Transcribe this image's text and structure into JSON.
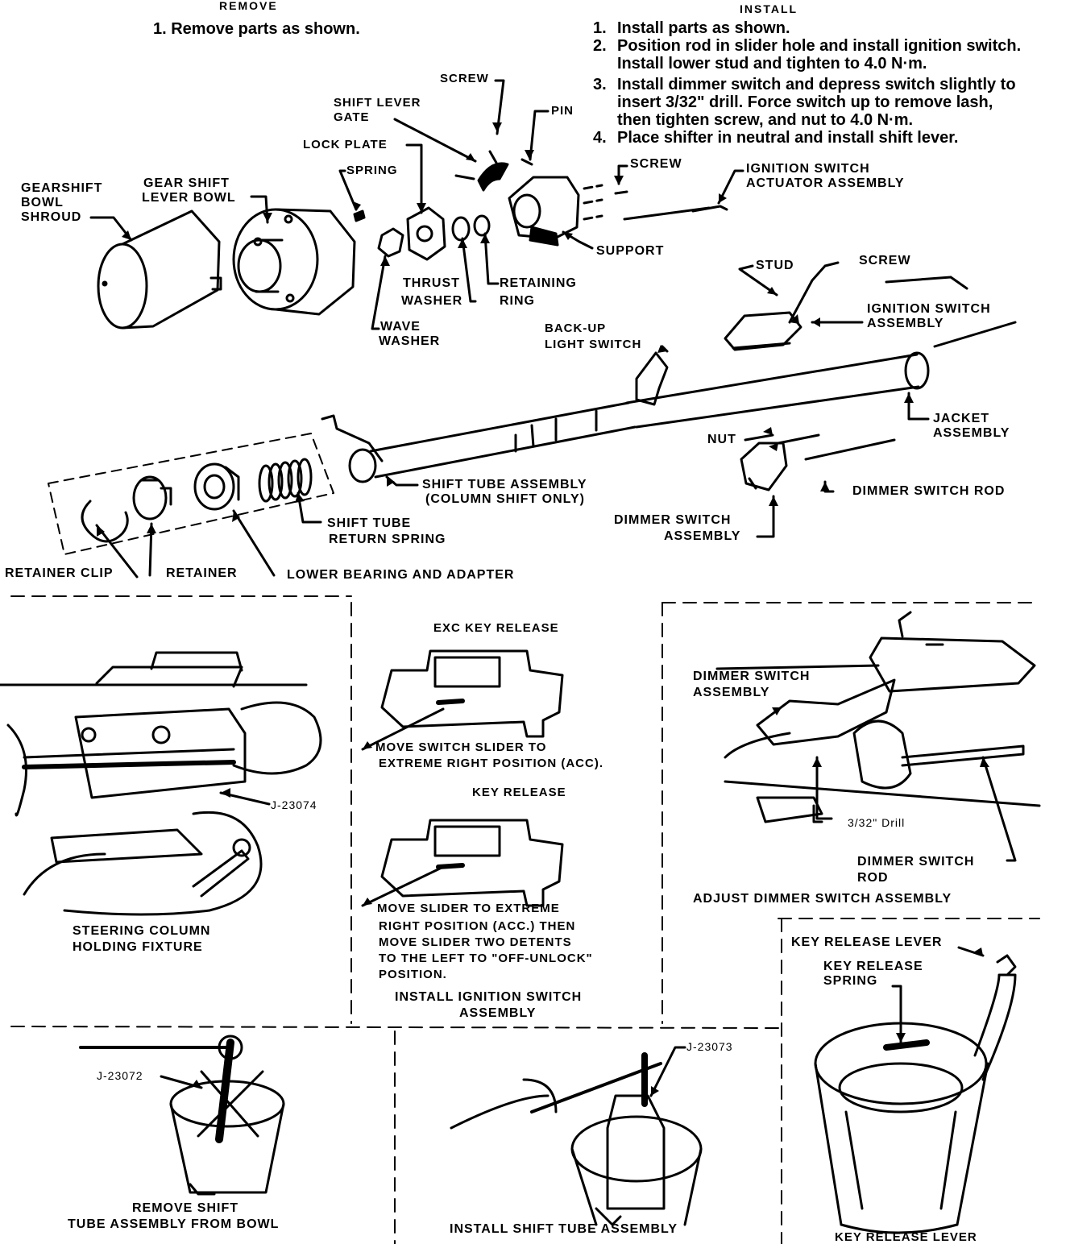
{
  "remove": {
    "header": "REMOVE",
    "step_1": "1.  Remove parts as shown."
  },
  "install": {
    "header": "INSTALL",
    "steps": [
      {
        "num": "1.",
        "text": "Install parts as shown."
      },
      {
        "num": "2.",
        "text": "Position rod in slider hole and install ignition switch.",
        "cont": "Install lower stud and tighten to 4.0 N·m."
      },
      {
        "num": "3.",
        "text": "Install dimmer switch and depress switch slightly to",
        "cont": "insert 3/32\" drill. Force switch up to remove lash,",
        "cont2": "then tighten screw, and nut to 4.0 N·m."
      },
      {
        "num": "4.",
        "text": "Place shifter in neutral and install shift lever."
      }
    ]
  },
  "labels": {
    "screw_top": "SCREW",
    "shift_lever_gate_1": "SHIFT LEVER",
    "shift_lever_gate_2": "GATE",
    "pin": "PIN",
    "lock_plate": "LOCK PLATE",
    "spring": "SPRING",
    "gearshift_bowl_shroud_1": "GEARSHIFT",
    "gearshift_bowl_shroud_2": "BOWL",
    "gearshift_bowl_shroud_3": "SHROUD",
    "gear_shift_lever_bowl_1": "GEAR SHIFT",
    "gear_shift_lever_bowl_2": "LEVER BOWL",
    "screw_right": "SCREW",
    "ignition_switch_actuator_1": "IGNITION SWITCH",
    "ignition_switch_actuator_2": "ACTUATOR ASSEMBLY",
    "support": "SUPPORT",
    "thrust_washer_1": "THRUST",
    "thrust_washer_2": "WASHER",
    "retaining_ring_1": "RETAINING",
    "retaining_ring_2": "RING",
    "wave_washer_1": "WAVE",
    "wave_washer_2": "WASHER",
    "stud": "STUD",
    "screw_stud": "SCREW",
    "ignition_switch_assembly_1": "IGNITION SWITCH",
    "ignition_switch_assembly_2": "ASSEMBLY",
    "backup_light_switch_1": "BACK-UP",
    "backup_light_switch_2": "LIGHT SWITCH",
    "jacket_assembly_1": "JACKET",
    "jacket_assembly_2": "ASSEMBLY",
    "nut": "NUT",
    "dimmer_switch_rod": "DIMMER SWITCH ROD",
    "shift_tube_assembly_1": "SHIFT TUBE ASSEMBLY",
    "shift_tube_assembly_2": "(COLUMN SHIFT ONLY)",
    "dimmer_switch_assembly_1": "DIMMER SWITCH",
    "dimmer_switch_assembly_2": "ASSEMBLY",
    "shift_tube_return_spring_1": "SHIFT TUBE",
    "shift_tube_return_spring_2": "RETURN SPRING",
    "retainer_clip": "RETAINER CLIP",
    "retainer": "RETAINER",
    "lower_bearing": "LOWER BEARING AND ADAPTER"
  },
  "panels": {
    "fixture": {
      "tool": "J-23074",
      "caption_1": "STEERING COLUMN",
      "caption_2": "HOLDING FIXTURE"
    },
    "ignition": {
      "exc_key_release": "EXC  KEY RELEASE",
      "move_switch_1": "MOVE SWITCH SLIDER TO",
      "move_switch_2": "EXTREME RIGHT POSITION (ACC).",
      "key_release": "KEY RELEASE",
      "move_slider_1": "MOVE SLIDER TO EXTREME",
      "move_slider_2": "RIGHT POSITION (ACC.) THEN",
      "move_slider_3": "MOVE SLIDER TWO DETENTS",
      "move_slider_4": "TO THE LEFT TO \"OFF-UNLOCK\"",
      "move_slider_5": "POSITION.",
      "caption_1": "INSTALL IGNITION SWITCH",
      "caption_2": "ASSEMBLY"
    },
    "dimmer": {
      "assembly_1": "DIMMER SWITCH",
      "assembly_2": "ASSEMBLY",
      "drill": "3/32\" Drill",
      "rod_1": "DIMMER SWITCH",
      "rod_2": "ROD",
      "caption": "ADJUST DIMMER SWITCH ASSEMBLY"
    },
    "remove_tube": {
      "tool": "J-23072",
      "caption_1": "REMOVE SHIFT",
      "caption_2": "TUBE ASSEMBLY FROM BOWL"
    },
    "install_tube": {
      "tool": "J-23073",
      "caption": "INSTALL SHIFT TUBE ASSEMBLY"
    },
    "key_lever": {
      "lever": "KEY RELEASE LEVER",
      "spring_1": "KEY RELEASE",
      "spring_2": "SPRING",
      "caption": "KEY RELEASE LEVER"
    }
  }
}
